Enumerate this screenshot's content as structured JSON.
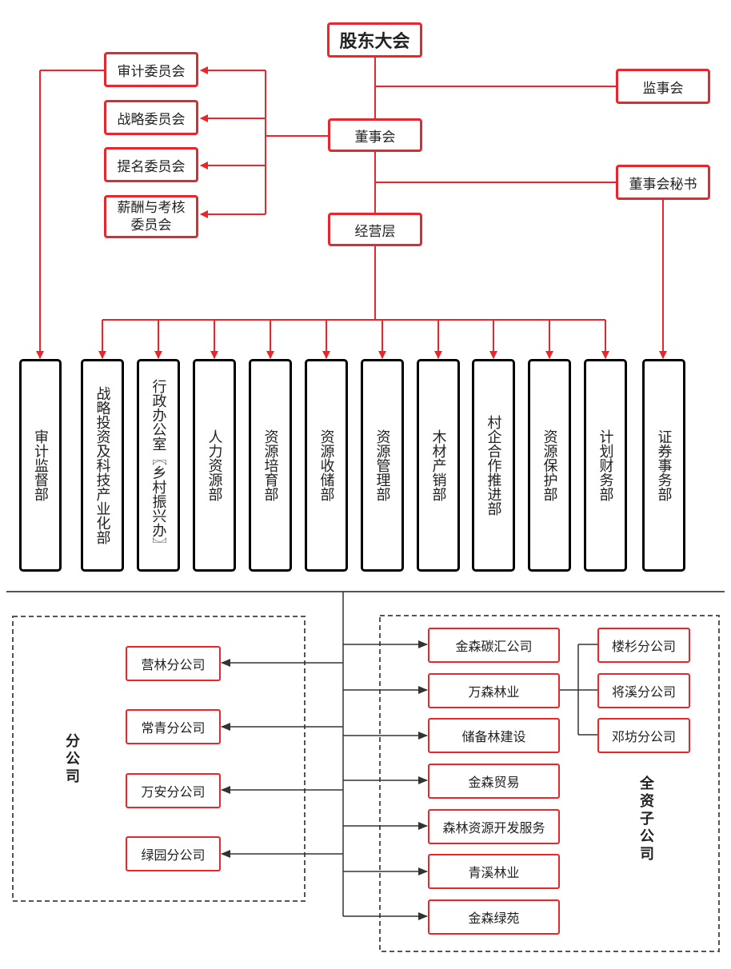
{
  "top": {
    "shareholders": "股东大会",
    "supervisors": "监事会",
    "board": "董事会",
    "board_secretary": "董事会秘书",
    "management": "经营层"
  },
  "committees": [
    "审计委员会",
    "战略委员会",
    "提名委员会",
    "薪酬与考核\n委员会"
  ],
  "departments": [
    "审计监督部",
    "战略投资及科技产业化部",
    "行政办公室〖乡村振兴办〗",
    "人力资源部",
    "资源培育部",
    "资源收储部",
    "资源管理部",
    "木材产销部",
    "村企合作推进部",
    "资源保护部",
    "计划财务部",
    "证券事务部"
  ],
  "branches": {
    "label": "分公司",
    "items": [
      "营林分公司",
      "常青分公司",
      "万安分公司",
      "绿园分公司"
    ]
  },
  "subsidiaries": {
    "label": "全资子公司",
    "items": [
      "金森碳汇公司",
      "万森林业",
      "储备林建设",
      "金森贸易",
      "森林资源开发服务",
      "青溪林业",
      "金森绿苑"
    ],
    "wansen_branches": [
      "楼杉分公司",
      "将溪分公司",
      "邓坊分公司"
    ]
  }
}
